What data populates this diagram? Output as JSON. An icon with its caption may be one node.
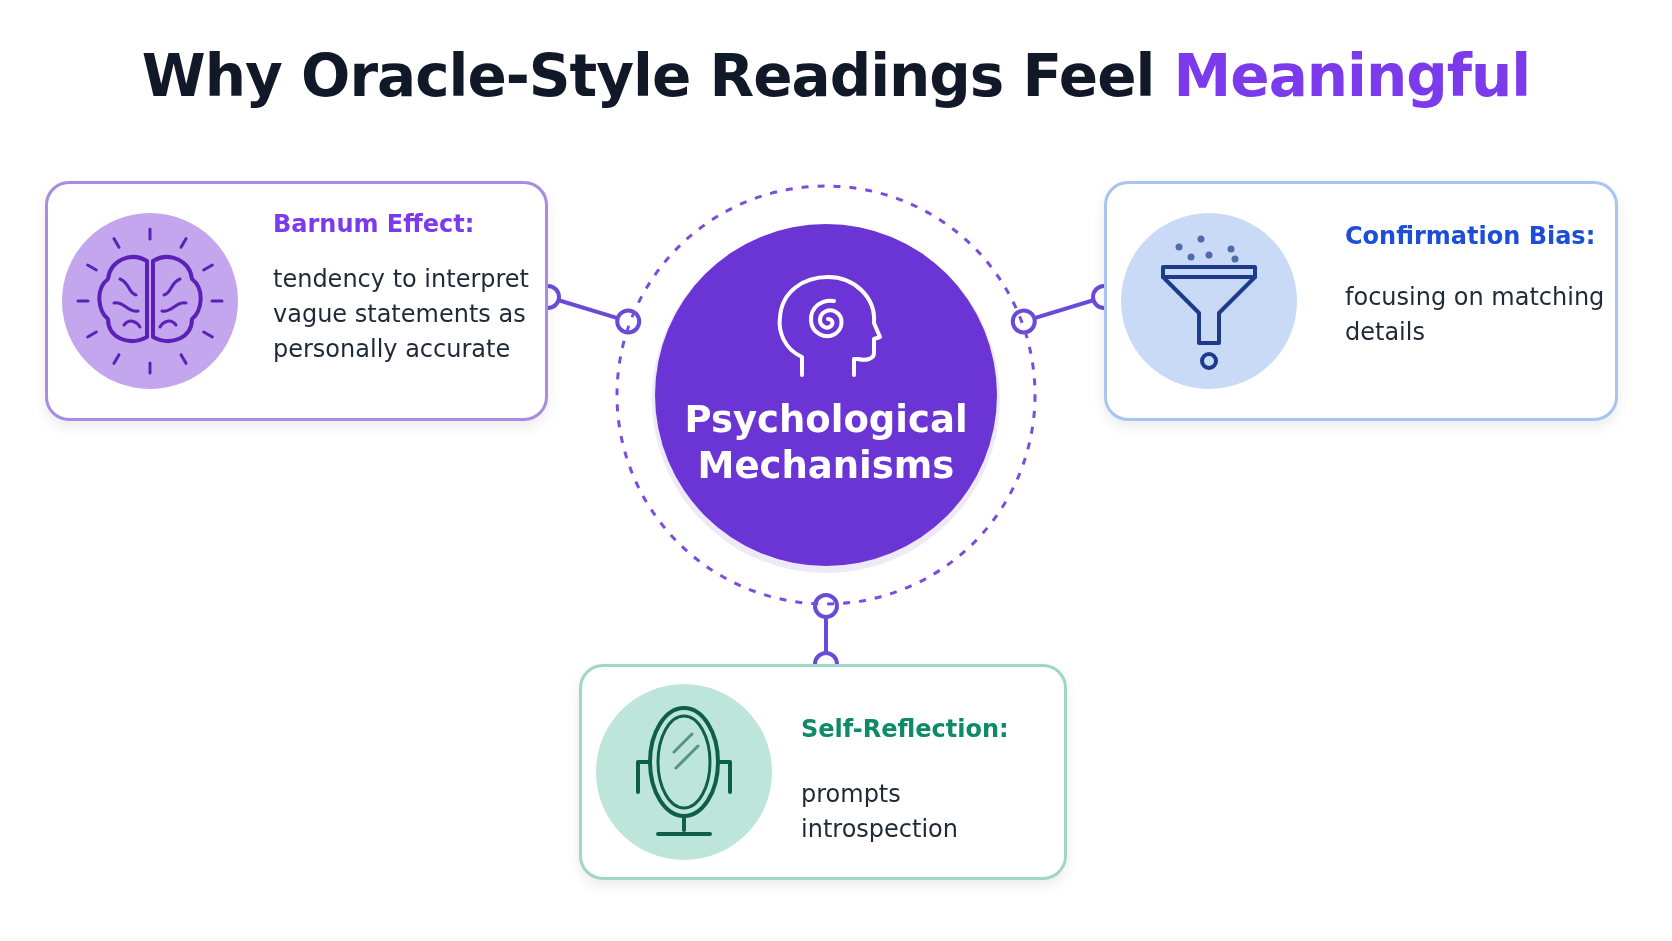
{
  "diagram": {
    "title": "Why Oracle-Style Readings Feel **Meaningful**",
    "nodes": [
      {
        "text": [
          "Psychological Mechanisms"
        ]
      },
      {
        "text": [
          "Barnum Effect:",
          "tendency to interpret vague statements as personally accurate"
        ]
      },
      {
        "text": [
          "Confirmation Bias:",
          "focusing on matching details"
        ]
      },
      {
        "text": [
          "Self-Reflection:",
          "prompts introspection"
        ]
      }
    ],
    "edges": [
      {
        "from": 0,
        "to": 1,
        "arrow": "other"
      },
      {
        "from": 0,
        "to": 2,
        "arrow": "other"
      },
      {
        "from": 0,
        "to": 3,
        "arrow": "other"
      }
    ]
  }
}
